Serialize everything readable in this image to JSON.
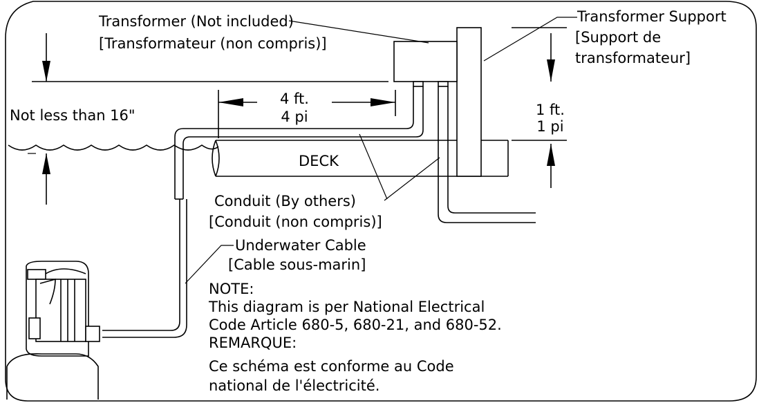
{
  "labels": {
    "transformer_en": "Transformer (Not included)",
    "transformer_fr": "[Transformateur (non compris)]",
    "support_en": "Transformer Support",
    "support_fr1": "[Support de",
    "support_fr2": "transformateur]",
    "dim_4ft": "4 ft.",
    "dim_4pi": "4 pi",
    "dim_1ft": "1 ft.",
    "dim_1pi": "1 pi",
    "not_less": "Not less than 16\"",
    "deck": "DECK",
    "conduit_en": "Conduit (By others)",
    "conduit_fr": "[Conduit (non compris)]",
    "cable_en": "Underwater Cable",
    "cable_fr": "[Cable sous-marin]"
  },
  "note": {
    "line1": "NOTE:",
    "line2": "This diagram is per National Electrical",
    "line3": "Code Article 680-5, 680-21, and 680-52.",
    "line4": "REMARQUE:",
    "line5": "Ce schéma est conforme au Code",
    "line6": "national de l'électricité."
  }
}
